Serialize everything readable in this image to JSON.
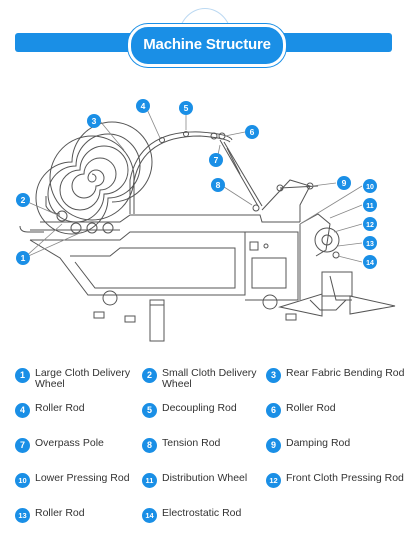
{
  "title": "Machine Structure",
  "colors": {
    "accent": "#1a8fe6",
    "line": "#555555",
    "text": "#333333"
  },
  "callouts": [
    "1",
    "2",
    "3",
    "4",
    "5",
    "6",
    "7",
    "8",
    "9",
    "10",
    "11",
    "12",
    "13",
    "14"
  ],
  "legend": [
    {
      "num": "1",
      "label": "Large Cloth Delivery Wheel"
    },
    {
      "num": "2",
      "label": "Small Cloth Delivery Wheel"
    },
    {
      "num": "3",
      "label": "Rear Fabric Bending Rod"
    },
    {
      "num": "4",
      "label": "Roller Rod"
    },
    {
      "num": "5",
      "label": "Decoupling Rod"
    },
    {
      "num": "6",
      "label": "Roller Rod"
    },
    {
      "num": "7",
      "label": "Overpass Pole"
    },
    {
      "num": "8",
      "label": "Tension Rod"
    },
    {
      "num": "9",
      "label": "Damping Rod"
    },
    {
      "num": "10",
      "label": "Lower Pressing Rod"
    },
    {
      "num": "11",
      "label": "Distribution Wheel"
    },
    {
      "num": "12",
      "label": "Front Cloth Pressing Rod"
    },
    {
      "num": "13",
      "label": "Roller Rod"
    },
    {
      "num": "14",
      "label": "Electrostatic Rod"
    }
  ]
}
